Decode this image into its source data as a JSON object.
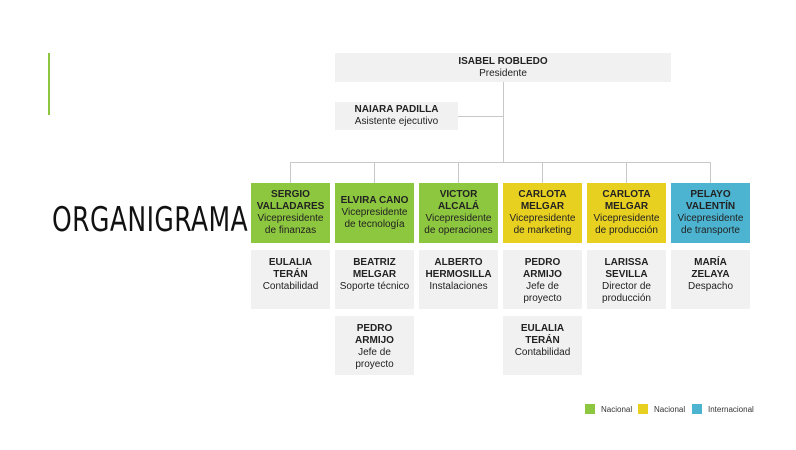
{
  "title": "ORGANIGRAMA",
  "colors": {
    "nacional_green": "#8dc63f",
    "nacional_yellow": "#e8d020",
    "internacional": "#4cb3d0"
  },
  "president": {
    "name": "ISABEL ROBLEDO",
    "role": "Presidente"
  },
  "assistant": {
    "name": "NAIARA PADILLA",
    "role": "Asistente ejecutivo"
  },
  "vps": [
    {
      "name": "SERGIO VALLADARES",
      "role": "Vicepresidente de finanzas"
    },
    {
      "name": "ELVIRA CANO",
      "role": "Vicepresidente de tecnología"
    },
    {
      "name": "VICTOR ALCALÁ",
      "role": "Vicepresidente de operaciones"
    },
    {
      "name": "CARLOTA MELGAR",
      "role": "Vicepresidente de marketing"
    },
    {
      "name": "CARLOTA MELGAR",
      "role": "Vicepresidente de producción"
    },
    {
      "name": "PELAYO VALENTÍN",
      "role": "Vicepresidente de transporte"
    }
  ],
  "staff": [
    {
      "name": "EULALIA TERÁN",
      "role": "Contabilidad"
    },
    {
      "name": "BEATRIZ MELGAR",
      "role": "Soporte técnico"
    },
    {
      "name": "ALBERTO HERMOSILLA",
      "role": "Instalaciones"
    },
    {
      "name": "PEDRO ARMIJO",
      "role": "Jefe de proyecto"
    },
    {
      "name": "LARISSA SEVILLA",
      "role": "Director de producción"
    },
    {
      "name": "MARÍA ZELAYA",
      "role": "Despacho"
    },
    {
      "name": "PEDRO ARMIJO",
      "role": "Jefe de proyecto"
    },
    {
      "name": "EULALIA TERÁN",
      "role": "Contabilidad"
    }
  ],
  "legend": [
    {
      "label": "Nacional",
      "color": "#8dc63f"
    },
    {
      "label": "Nacional",
      "color": "#e8d020"
    },
    {
      "label": "Internacional",
      "color": "#4cb3d0"
    }
  ]
}
